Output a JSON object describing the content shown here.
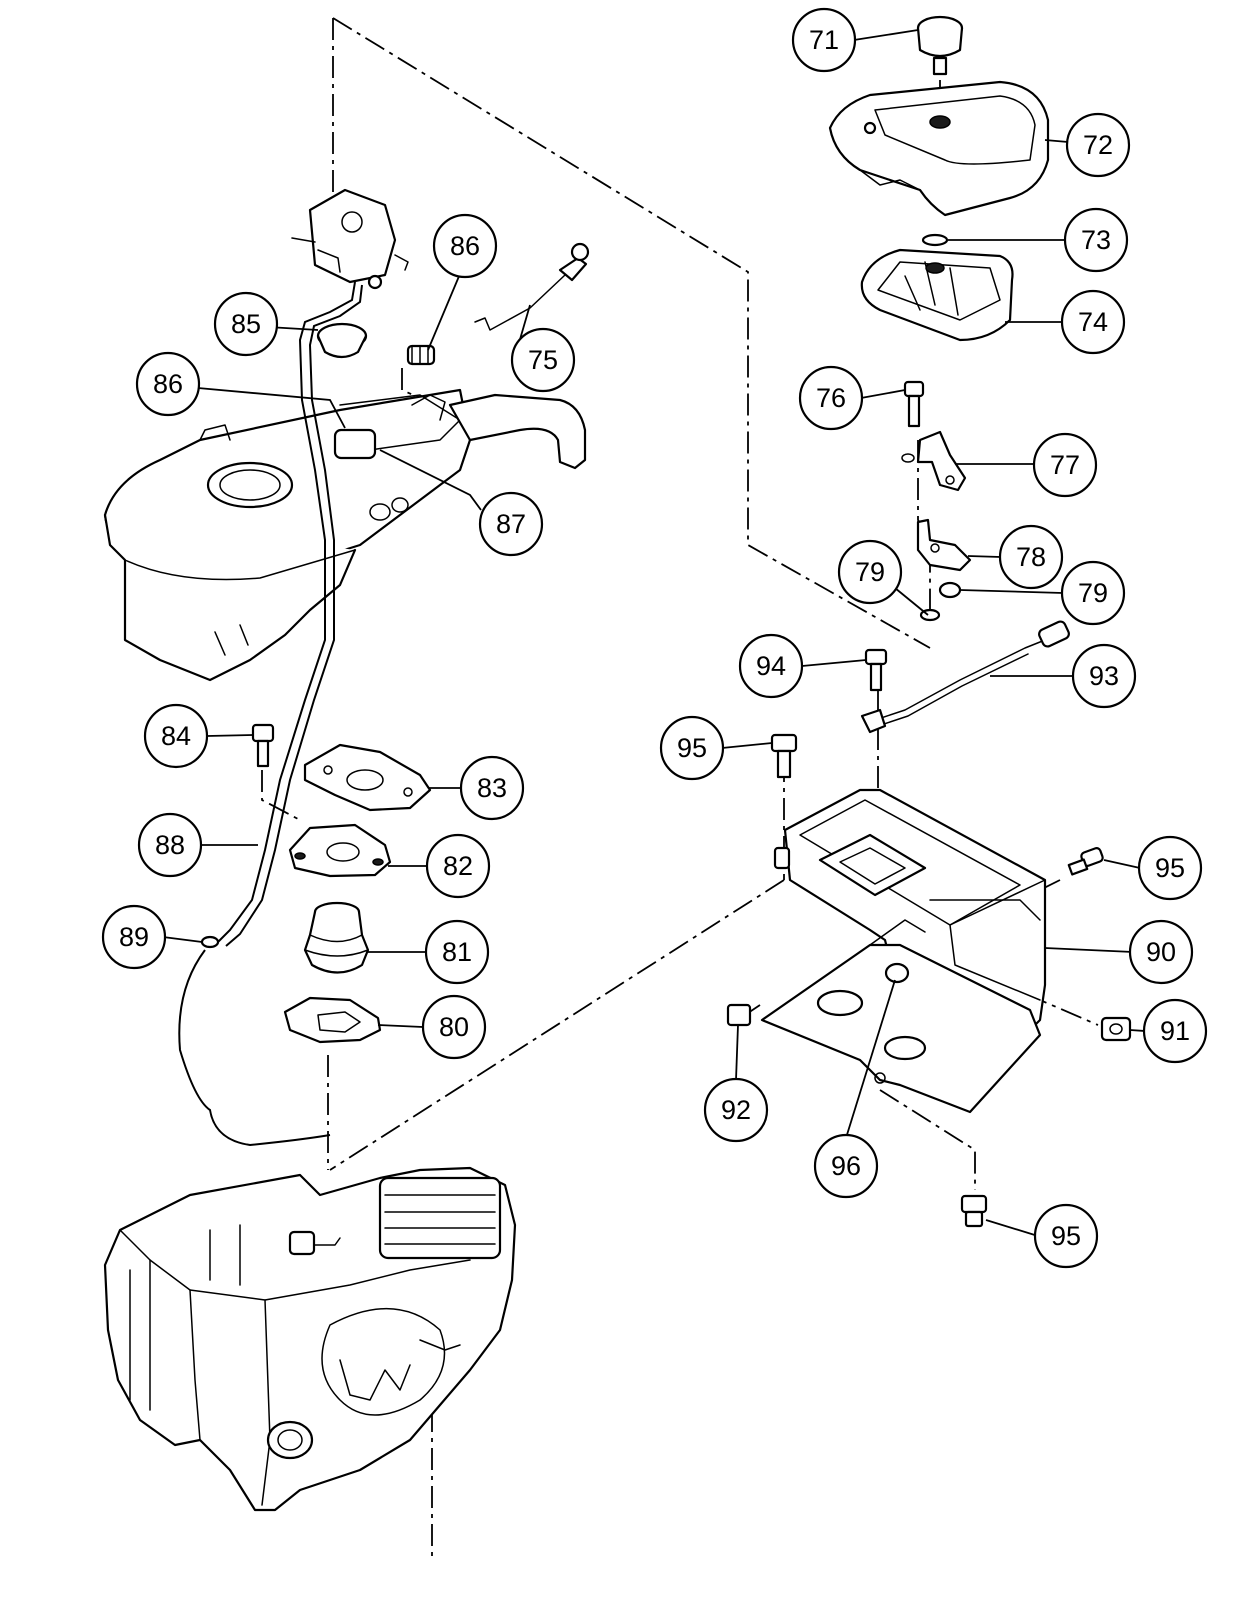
{
  "callouts": [
    {
      "id": "71",
      "label": "71"
    },
    {
      "id": "72",
      "label": "72"
    },
    {
      "id": "73",
      "label": "73"
    },
    {
      "id": "74",
      "label": "74"
    },
    {
      "id": "75",
      "label": "75"
    },
    {
      "id": "76",
      "label": "76"
    },
    {
      "id": "77",
      "label": "77"
    },
    {
      "id": "78",
      "label": "78"
    },
    {
      "id": "79a",
      "label": "79"
    },
    {
      "id": "79b",
      "label": "79"
    },
    {
      "id": "80",
      "label": "80"
    },
    {
      "id": "81",
      "label": "81"
    },
    {
      "id": "82",
      "label": "82"
    },
    {
      "id": "83",
      "label": "83"
    },
    {
      "id": "84",
      "label": "84"
    },
    {
      "id": "85",
      "label": "85"
    },
    {
      "id": "86a",
      "label": "86"
    },
    {
      "id": "86b",
      "label": "86"
    },
    {
      "id": "87",
      "label": "87"
    },
    {
      "id": "88",
      "label": "88"
    },
    {
      "id": "89",
      "label": "89"
    },
    {
      "id": "90",
      "label": "90"
    },
    {
      "id": "91",
      "label": "91"
    },
    {
      "id": "92",
      "label": "92"
    },
    {
      "id": "93",
      "label": "93"
    },
    {
      "id": "94",
      "label": "94"
    },
    {
      "id": "95a",
      "label": "95"
    },
    {
      "id": "95b",
      "label": "95"
    },
    {
      "id": "95c",
      "label": "95"
    },
    {
      "id": "96",
      "label": "96"
    }
  ]
}
